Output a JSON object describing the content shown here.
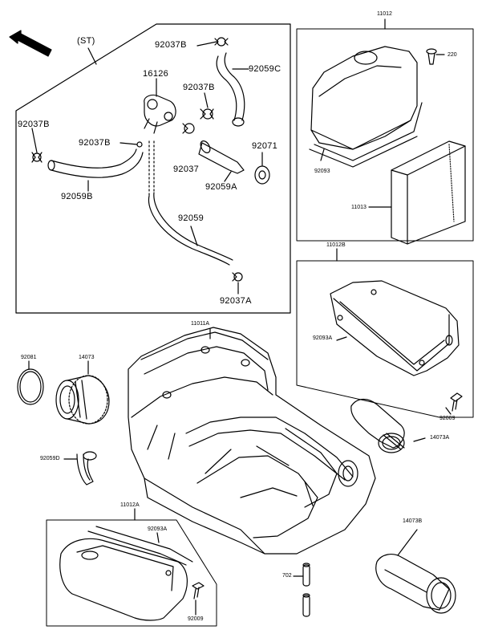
{
  "diagram": {
    "front_marker": "FRONT",
    "st_label": "(ST)",
    "labels": {
      "p92037B_top": "92037B",
      "p92059C": "92059C",
      "p16126": "16126",
      "p92037B_mid": "92037B",
      "p92037B_left": "92037B",
      "p92037B_center": "92037B",
      "p92071": "92071",
      "p92037": "92037",
      "p92059A": "92059A",
      "p92059B": "92059B",
      "p92059": "92059",
      "p92037A": "92037A",
      "p11012": "11012",
      "p220": "220",
      "p92093": "92093",
      "p11013": "11013",
      "p11012B": "11012B",
      "p92093A_right": "92093A",
      "p92009_right": "92009",
      "p14073A": "14073A",
      "p11011A": "11011A",
      "p92081": "92081",
      "p14073": "14073",
      "p92059D": "92059D",
      "p11012A": "11012A",
      "p92093A_bottom": "92093A",
      "p92009_bottom": "92009",
      "p702": "702",
      "p14073B": "14073B"
    }
  }
}
